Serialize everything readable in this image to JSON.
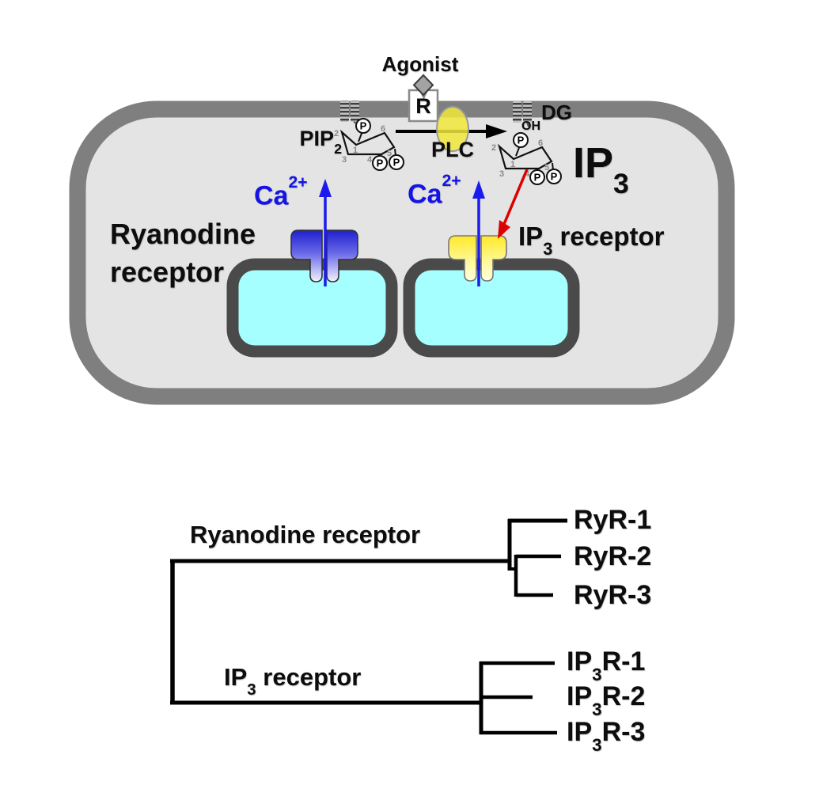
{
  "figure": {
    "title_context": "IP3 / ryanodine receptor signalling diagram with receptor family tree"
  },
  "cell": {
    "agonist": "Agonist",
    "r": "R",
    "plc": "PLC",
    "pip2_base": "PIP",
    "pip2_sub": "2",
    "dg": "DG",
    "oh": "OH",
    "ip3_base": "IP",
    "ip3_sub": "3",
    "ca_base": "Ca",
    "ca_sup": "2+",
    "ryr_line1": "Ryanodine",
    "ryr_line2": "receptor",
    "ip3r_base": "IP",
    "ip3r_sub": "3",
    "ip3r_rest": " receptor",
    "ring_numbers": [
      "2",
      "1",
      "3",
      "4",
      "5",
      "6"
    ],
    "p": "P"
  },
  "tree": {
    "ryr_clade": "Ryanodine receptor",
    "ip3r_clade_base": "IP",
    "ip3r_clade_sub": "3",
    "ip3r_clade_rest": " receptor",
    "ryr_tips": [
      "RyR-1",
      "RyR-2",
      "RyR-3"
    ],
    "ip3r_tip_base": "IP",
    "ip3r_tip_sub": "3",
    "ip3r_tip_rests": [
      "R-1",
      "R-2",
      "R-3"
    ]
  },
  "colors": {
    "membrane_gray": "#7f7f7f",
    "cytosol_gray": "#e4e4e4",
    "store_fill_cyan": "#a5ffff",
    "store_border": "#4a4a4a",
    "ryr_blue_top": "#2020cf",
    "ip3r_yellow_top": "#ffe928",
    "ca_blue": "#1414e6",
    "red_arrow": "#dd0000",
    "plc_yellow": "#f2e73b"
  }
}
